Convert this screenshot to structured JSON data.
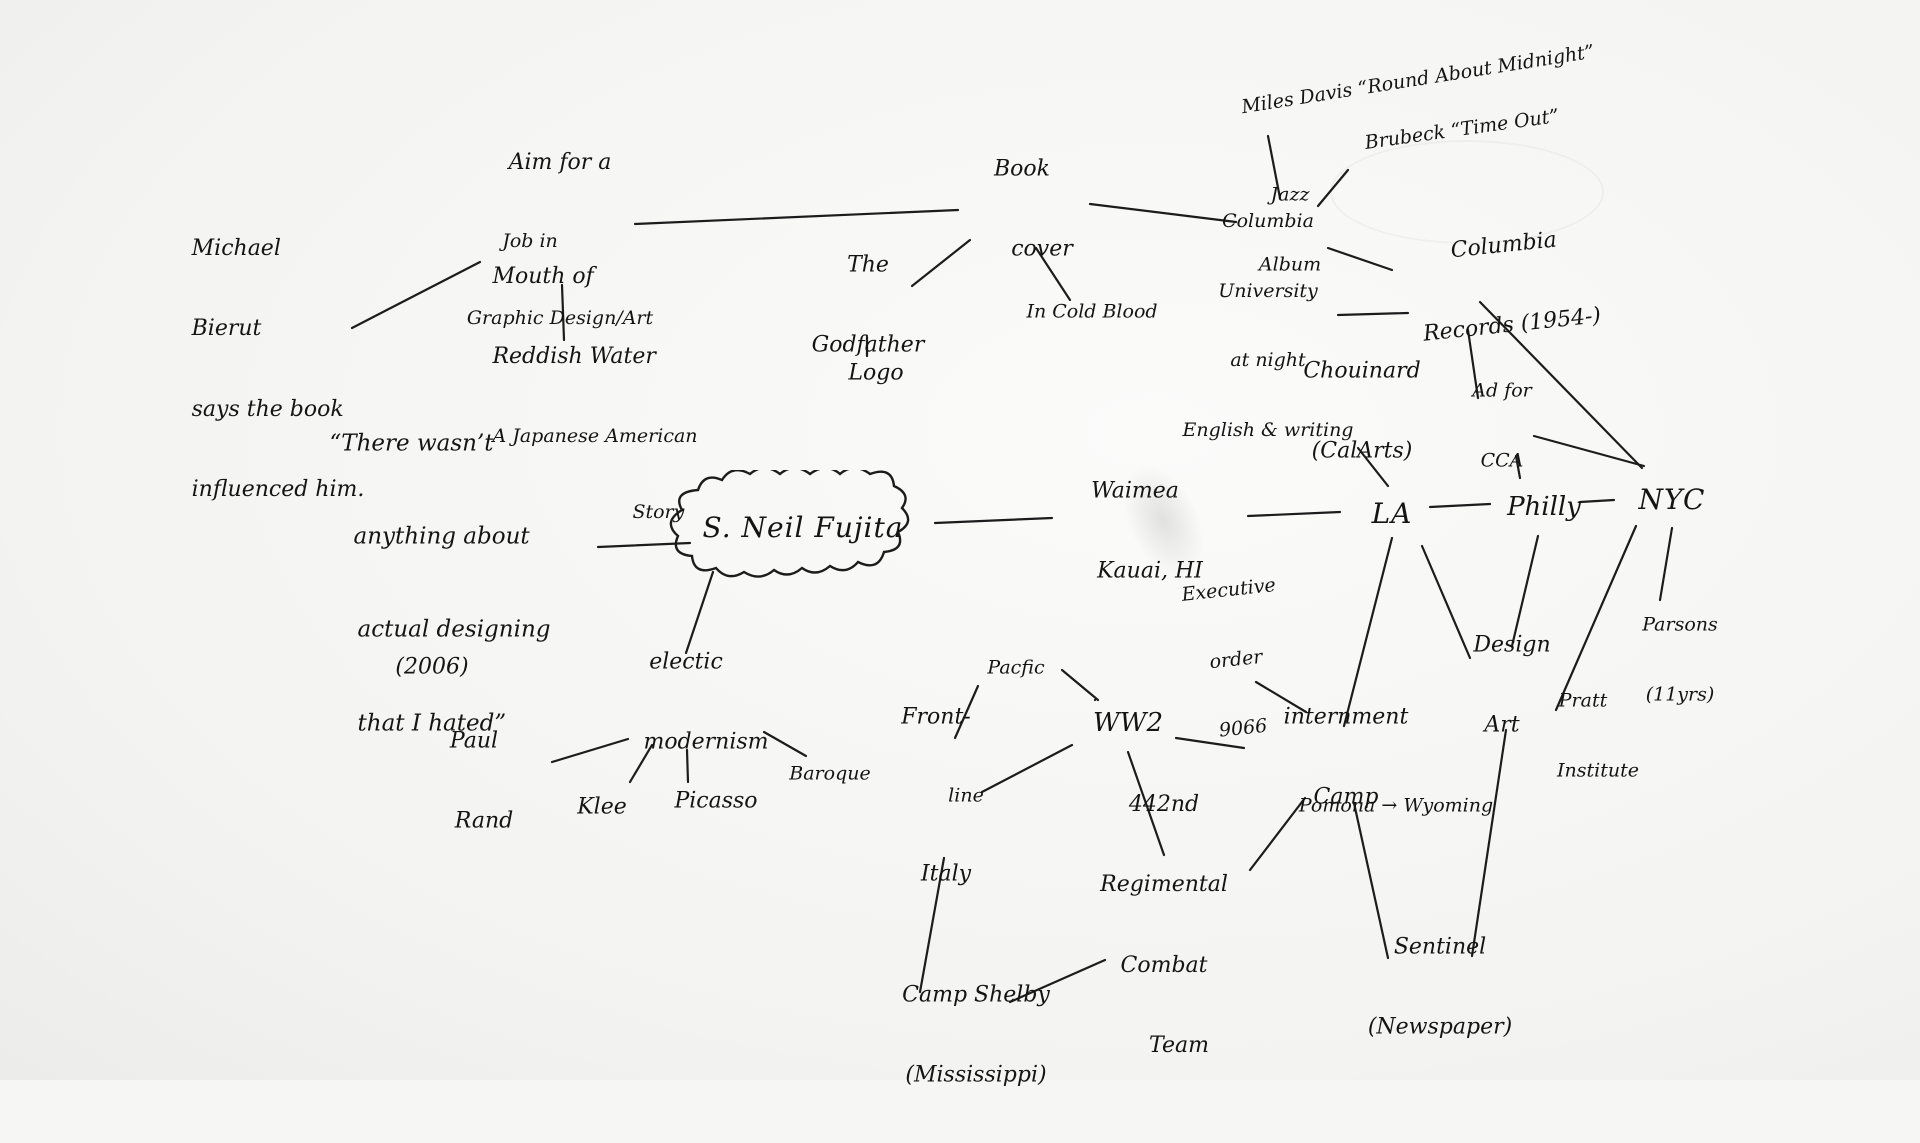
{
  "diagram": {
    "central_node": "S. Neil Fujita",
    "nodes": {
      "aim": [
        "Aim for a",
        "Job in",
        "Graphic Design/Art"
      ],
      "bierut": [
        "Michael",
        "Bierut",
        "says the book",
        "influenced him."
      ],
      "mouth": [
        "Mouth of",
        "Reddish Water",
        "A Japanese American",
        "Story"
      ],
      "bookcover": [
        "Book",
        "cover"
      ],
      "godfather": [
        "The",
        "Godfather"
      ],
      "logo": "Logo",
      "coldblood": "In Cold Blood",
      "miles": "Miles Davis “Round About Midnight”",
      "brubeck": "Brubeck “Time Out”",
      "jazz": [
        "Jazz",
        "Album"
      ],
      "columbia_records": [
        "Columbia",
        "Records (1954-)"
      ],
      "columbia_univ": [
        "Columbia",
        "University",
        "at night",
        "English & writing"
      ],
      "chouinard": [
        "Chouinard",
        "(CalArts)"
      ],
      "ad_cca": [
        "Ad for",
        "CCA"
      ],
      "quote": [
        "“There wasn’t",
        "anything about",
        "actual designing",
        "that I hated”"
      ],
      "quote_year": "(2006)",
      "waimea": [
        "Waimea",
        "Kauai, HI"
      ],
      "la": "LA",
      "philly": "Philly",
      "nyc": "NYC",
      "eclectic": [
        "electic",
        "modernism"
      ],
      "rand": [
        "Paul",
        "Rand"
      ],
      "klee": "Klee",
      "picasso": "Picasso",
      "baroque": "Baroque",
      "pacific": "Pacfic",
      "frontline": [
        "Front-",
        "line",
        "Italy"
      ],
      "ww2": "WW2",
      "exec_order": [
        "Executive",
        "order",
        "9066"
      ],
      "internment": [
        "internment",
        "Camp"
      ],
      "pomona": "Pomona → Wyoming",
      "design_art": [
        "Design",
        "Art"
      ],
      "parsons": [
        "Parsons",
        "(11yrs)"
      ],
      "pratt": [
        "Pratt",
        "Institute"
      ],
      "regiment": [
        "442nd",
        "Regimental",
        "Combat",
        "Team"
      ],
      "shelby": [
        "Camp Shelby",
        "(Mississippi)"
      ],
      "sentinel": [
        "Sentinel",
        "(Newspaper)"
      ]
    }
  }
}
